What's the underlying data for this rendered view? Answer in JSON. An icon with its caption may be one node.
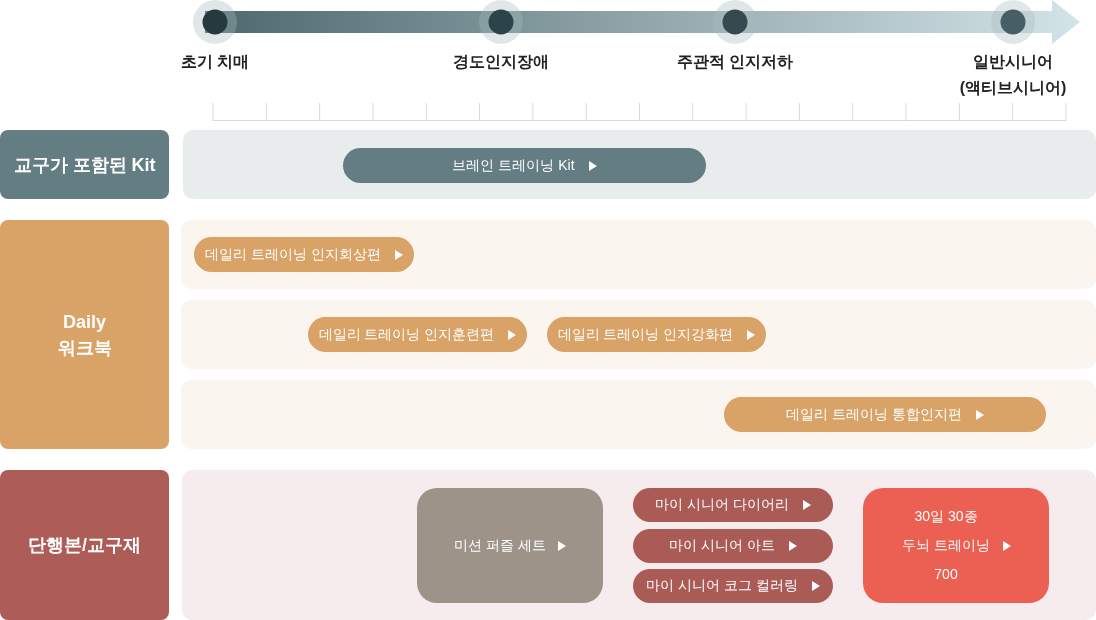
{
  "diagram": {
    "nodes": [
      {
        "text": [
          "교구가 포함된 Kit"
        ]
      },
      {
        "text": [],
        "shape": "band"
      },
      {
        "text": [
          "브레인 트레이닝 Kit"
        ],
        "in": 1
      },
      {
        "text": [
          "Daily 워크북"
        ]
      },
      {
        "text": [],
        "shape": "band"
      },
      {
        "text": [
          "데일리 트레이닝 인지회상편"
        ],
        "in": 4
      },
      {
        "text": [],
        "shape": "band"
      },
      {
        "text": [
          "데일리 트레이닝 인지훈련편"
        ],
        "in": 6
      },
      {
        "text": [
          "데일리 트레이닝 인지강화편"
        ],
        "in": 6
      },
      {
        "text": [],
        "shape": "band"
      },
      {
        "text": [
          "데일리 트레이닝 통합인지편"
        ],
        "in": 9
      },
      {
        "text": [
          "단행본/교구재"
        ]
      },
      {
        "text": [],
        "shape": "band"
      },
      {
        "text": [
          "미션 퍼즐 세트"
        ],
        "in": 12
      },
      {
        "text": [
          "마이 시니어 다이어리"
        ],
        "in": 12
      },
      {
        "text": [
          "마이 시니어 아트"
        ],
        "in": 12
      },
      {
        "text": [
          "마이 시니어 코그 컬러링"
        ],
        "in": 12
      },
      {
        "text": [
          "30일 30종 두뇌 트레이닝 700"
        ],
        "in": 12
      }
    ],
    "labels": [
      "초기 치매",
      "경도인지장애",
      "주관적 인지저하",
      "일반시니어 (액티브시니어)"
    ]
  }
}
